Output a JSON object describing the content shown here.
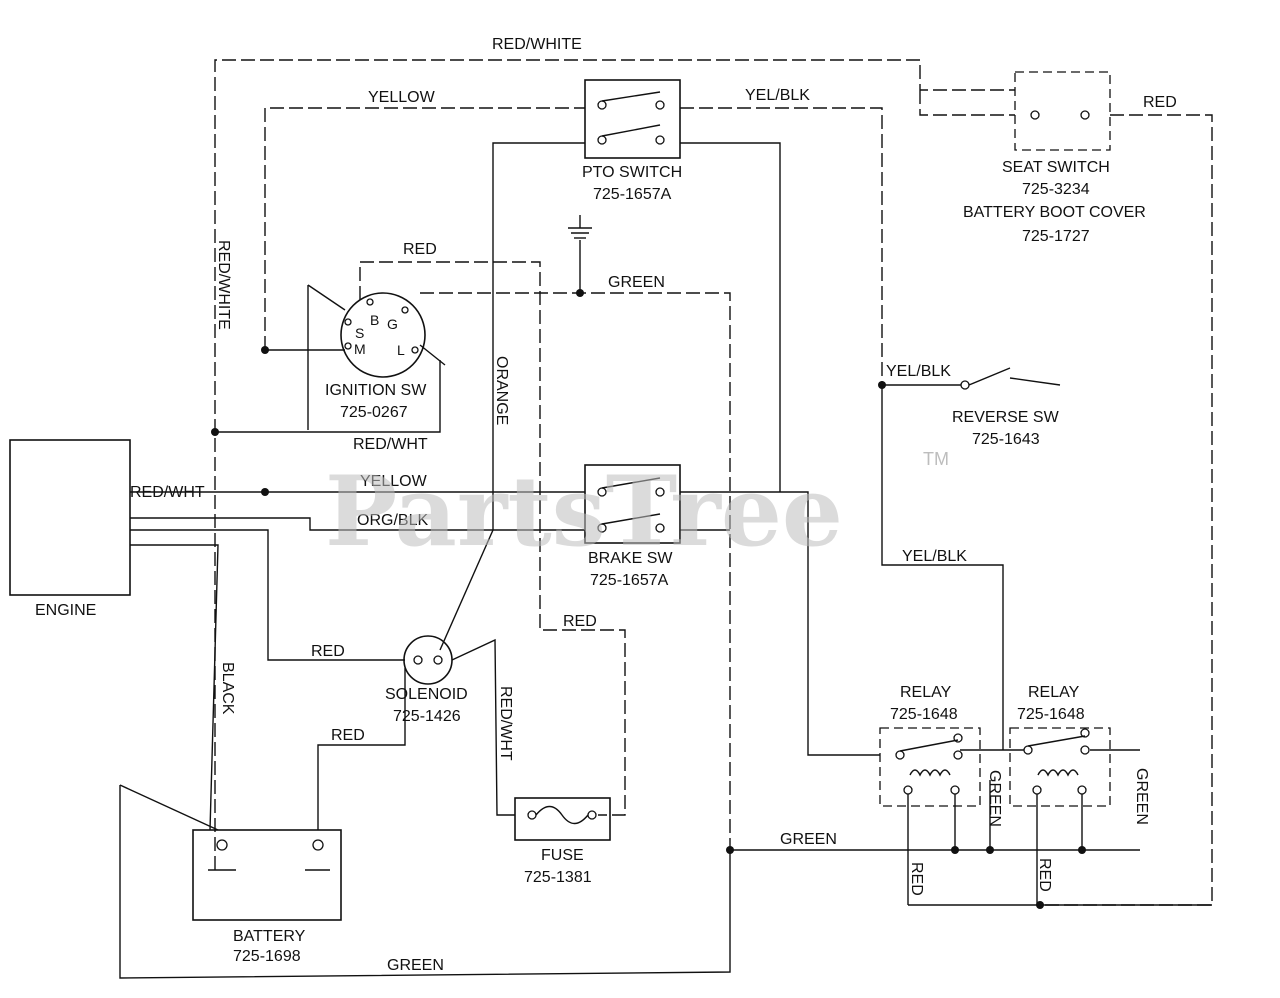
{
  "watermark": {
    "text": "PartsTree",
    "trademark": "TM"
  },
  "components": {
    "engine": {
      "name": "ENGINE"
    },
    "pto_switch": {
      "name": "PTO SWITCH",
      "part": "725-1657A"
    },
    "seat_switch": {
      "name": "SEAT SWITCH",
      "part": "725-3234",
      "extra_name": "BATTERY BOOT COVER",
      "extra_part": "725-1727"
    },
    "ignition_switch": {
      "name": "IGNITION SW",
      "part": "725-0267",
      "terminals": [
        "S",
        "B",
        "G",
        "M",
        "L"
      ]
    },
    "reverse_switch": {
      "name": "REVERSE SW",
      "part": "725-1643"
    },
    "brake_switch": {
      "name": "BRAKE SW",
      "part": "725-1657A"
    },
    "solenoid": {
      "name": "SOLENOID",
      "part": "725-1426"
    },
    "fuse": {
      "name": "FUSE",
      "part": "725-1381"
    },
    "battery": {
      "name": "BATTERY",
      "part": "725-1698"
    },
    "relay_1": {
      "name": "RELAY",
      "part": "725-1648"
    },
    "relay_2": {
      "name": "RELAY",
      "part": "725-1648"
    }
  },
  "wire_labels": {
    "red_white_top": "RED/WHITE",
    "red_white_vertical": "RED/WHITE",
    "yellow_top": "YELLOW",
    "yel_blk_top": "YEL/BLK",
    "red_seat": "RED",
    "red_ignition": "RED",
    "green_ground": "GREEN",
    "orange": "ORANGE",
    "red_wht_ignition": "RED/WHT",
    "red_wht_engine": "RED/WHT",
    "yellow_mid": "YELLOW",
    "org_blk": "ORG/BLK",
    "yel_blk_reverse": "YEL/BLK",
    "yel_blk_relay": "YEL/BLK",
    "red_brake": "RED",
    "red_solenoid": "RED",
    "red_wht_fuse": "RED/WHT",
    "black": "BLACK",
    "red_battery": "RED",
    "green_relay_bus": "GREEN",
    "green_relay_1": "GREEN",
    "green_relay_2": "GREEN",
    "red_relay_1": "RED",
    "red_relay_2": "RED",
    "green_bottom": "GREEN"
  }
}
